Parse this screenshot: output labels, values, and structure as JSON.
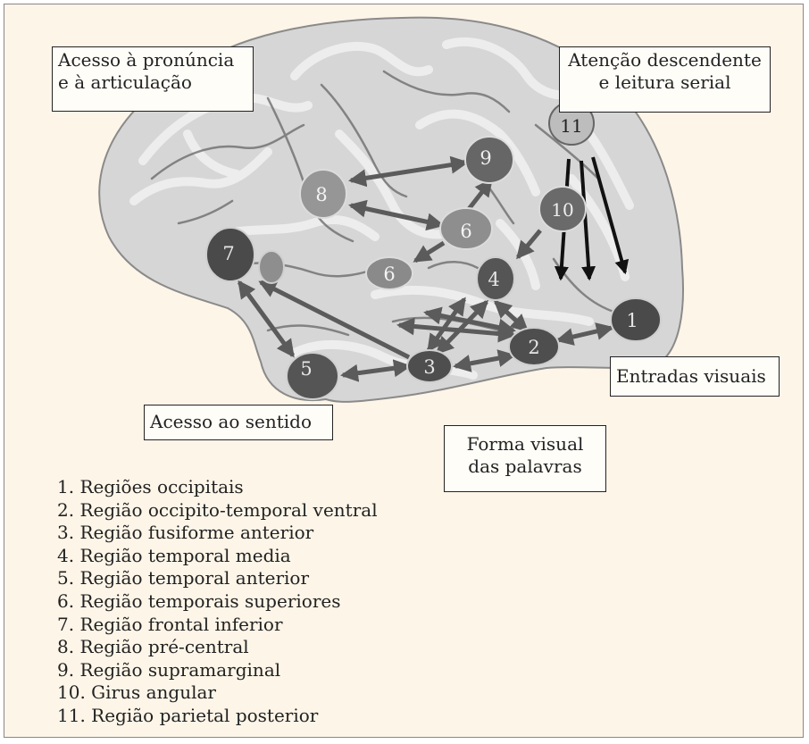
{
  "callouts": {
    "pronuncia": [
      "Acesso à pronúncia",
      "e à articulação"
    ],
    "atencao": [
      "Atenção descendente",
      "e leitura serial"
    ],
    "entradas": [
      "Entradas visuais"
    ],
    "sentido": [
      "Acesso ao sentido"
    ],
    "forma": [
      "Forma visual",
      "das palavras"
    ]
  },
  "regions": [
    {
      "num": "1",
      "fill": "#4a4a4a",
      "text": "#e6e6e6"
    },
    {
      "num": "2",
      "fill": "#4e4e4e",
      "text": "#e6e6e6"
    },
    {
      "num": "3",
      "fill": "#4e4e4e",
      "text": "#e6e6e6"
    },
    {
      "num": "4",
      "fill": "#555555",
      "text": "#e6e6e6"
    },
    {
      "num": "5",
      "fill": "#555555",
      "text": "#e6e6e6"
    },
    {
      "num": "6",
      "fill": "#8e8e8e",
      "text": "#f4f4f4"
    },
    {
      "num": "6",
      "fill": "#8a8a8a",
      "text": "#f4f4f4"
    },
    {
      "num": "7",
      "fill": "#4a4a4a",
      "text": "#e6e6e6"
    },
    {
      "num": "8",
      "fill": "#969696",
      "text": "#f4f4f4"
    },
    {
      "num": "9",
      "fill": "#666666",
      "text": "#eeeeee"
    },
    {
      "num": "10",
      "fill": "#6a6a6a",
      "text": "#eeeeee"
    },
    {
      "num": "11",
      "fill": "#bdbdbd",
      "text": "#222222"
    }
  ],
  "legend": [
    "1. Regiões occipitais",
    "2. Região occipito-temporal ventral",
    "3. Região fusiforme anterior",
    "4. Região temporal media",
    "5. Região temporal anterior",
    "6. Região temporais superiores",
    "7. Região frontal inferior",
    "8. Região pré-central",
    "9. Região supramarginal",
    "10. Girus angular",
    "11. Região parietal posterior"
  ],
  "colors": {
    "frame": "#fdf5e8",
    "brain": "#d6d6d6",
    "gyri": "#eeeeee",
    "sulci": "#6e6e6e",
    "connection": "#5b5b5b",
    "attention_arrow": "#111111"
  }
}
